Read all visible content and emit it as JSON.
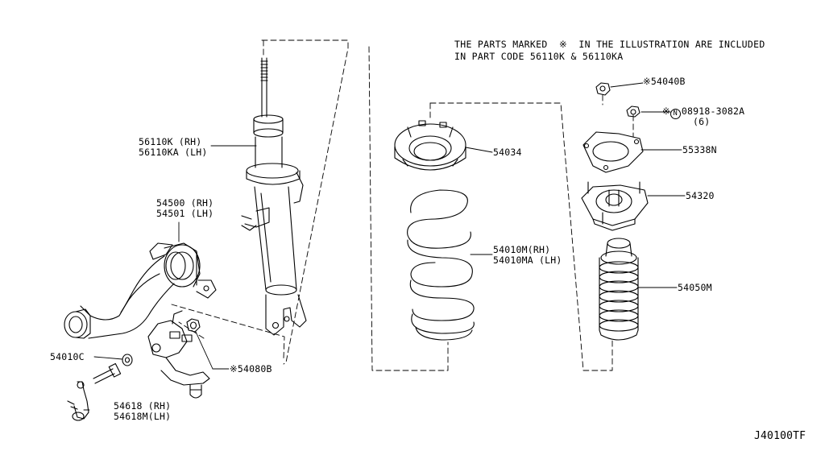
{
  "note": {
    "line1": "THE PARTS MARKED  ※  IN THE ILLUSTRATION ARE INCLUDED",
    "line2": "IN PART CODE 56110K & 56110KA"
  },
  "labels": {
    "strut_rh": "56110K (RH)",
    "strut_lh": "56110KA (LH)",
    "arm_rh": "54500 (RH)",
    "arm_lh": "54501 (LH)",
    "washer": "54010C",
    "nut_arm": "※54080B",
    "balljoint_rh": "54618 (RH)",
    "balljoint_lh": "54618M(LH)",
    "seat": "54034",
    "spring_rh": "54010M(RH)",
    "spring_lh": "54010MA (LH)",
    "nut_top": "※54040B",
    "bolt_prefix": "※",
    "bolt_n": "N",
    "bolt_code": "08918-3082A",
    "bolt_qty": "(6)",
    "plate": "55338N",
    "mount": "54320",
    "bellows": "54050M",
    "diagram_code": "J40100TF"
  },
  "colors": {
    "ink": "#000000",
    "paper": "#ffffff"
  }
}
